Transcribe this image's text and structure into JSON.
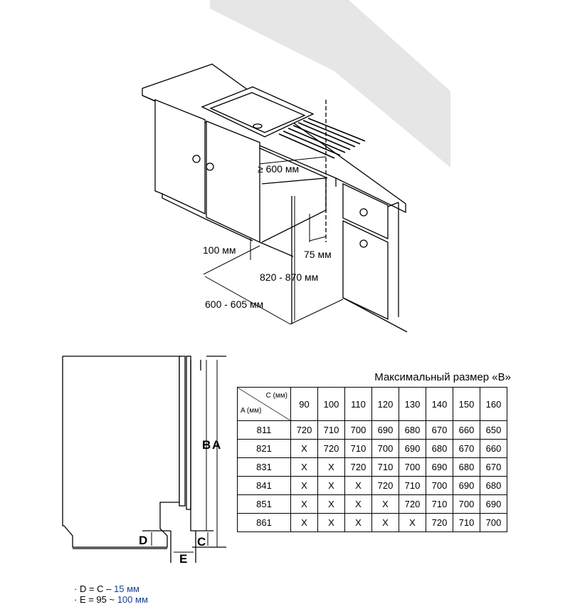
{
  "top_diagram": {
    "labels": {
      "depth_clearance": "≥ 600 мм",
      "plinth_height": "100 мм",
      "rear_gap": "75 мм",
      "niche_height": "820 - 870 мм",
      "niche_depth": "600 - 605 мм"
    }
  },
  "side_diagram": {
    "labels": {
      "b": "B",
      "a": "A",
      "c": "C",
      "d": "D",
      "e": "E"
    }
  },
  "table": {
    "title": "Максимальный размер «В»",
    "corner_c": "C (мм)",
    "corner_a": "A (мм)",
    "columns": [
      "90",
      "100",
      "110",
      "120",
      "130",
      "140",
      "150",
      "160"
    ],
    "rows": [
      {
        "a": "811",
        "values": [
          "720",
          "710",
          "700",
          "690",
          "680",
          "670",
          "660",
          "650"
        ]
      },
      {
        "a": "821",
        "values": [
          "X",
          "720",
          "710",
          "700",
          "690",
          "680",
          "670",
          "660"
        ]
      },
      {
        "a": "831",
        "values": [
          "X",
          "X",
          "720",
          "710",
          "700",
          "690",
          "680",
          "670"
        ]
      },
      {
        "a": "841",
        "values": [
          "X",
          "X",
          "X",
          "720",
          "710",
          "700",
          "690",
          "680"
        ]
      },
      {
        "a": "851",
        "values": [
          "X",
          "X",
          "X",
          "X",
          "720",
          "710",
          "700",
          "690"
        ]
      },
      {
        "a": "861",
        "values": [
          "X",
          "X",
          "X",
          "X",
          "X",
          "720",
          "710",
          "700"
        ]
      }
    ]
  },
  "notes": [
    {
      "prefix": "· D = C – ",
      "value": "15 мм"
    },
    {
      "prefix": "· E = 95 ~ ",
      "value": "100 мм"
    }
  ]
}
